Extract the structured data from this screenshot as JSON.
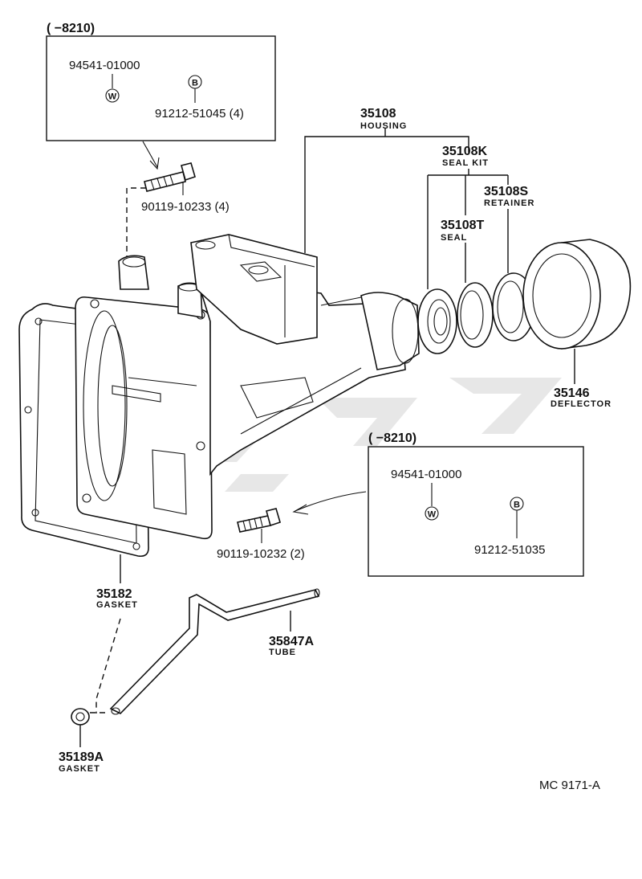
{
  "inset_top": {
    "range": "(      −8210)",
    "part_a": "94541-01000",
    "mark_a": "W",
    "part_b": "91212-51045 (4)",
    "mark_b": "B"
  },
  "inset_mid": {
    "range": "(      −8210)",
    "part_a": "94541-01000",
    "mark_a": "W",
    "part_b": "91212-51035",
    "mark_b": "B"
  },
  "callouts": {
    "bolt_top": "90119-10233 (4)",
    "bolt_mid": "90119-10232 (2)",
    "housing_no": "35108",
    "housing_name": "HOUSING",
    "sealkit_no": "35108K",
    "sealkit_name": "SEAL KIT",
    "retainer_no": "35108S",
    "retainer_name": "RETAINER",
    "seal_no": "35108T",
    "seal_name": "SEAL",
    "deflector_no": "35146",
    "deflector_name": "DEFLECTOR",
    "gasket_no": "35182",
    "gasket_name": "GASKET",
    "tube_no": "35847A",
    "tube_name": "TUBE",
    "gasket2_no": "35189A",
    "gasket2_name": "GASKET"
  },
  "figure_code": "MC  9171-A"
}
